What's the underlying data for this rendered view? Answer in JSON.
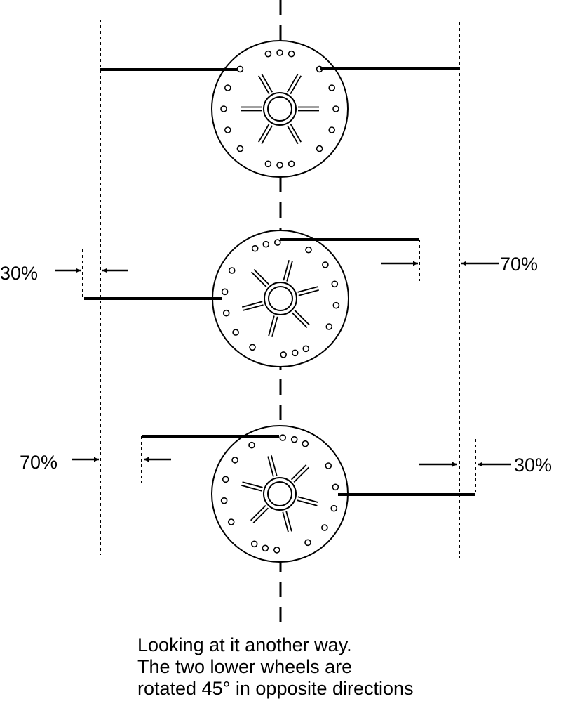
{
  "labels": {
    "middle_left": "30%",
    "middle_right": "70%",
    "bottom_left": "70%",
    "bottom_right": "30%"
  },
  "caption": {
    "line1": "Looking at it another way.",
    "line2": "The two lower wheels are",
    "line3": "rotated 45° in opposite directions"
  },
  "colors": {
    "ink": "#000000",
    "background": "#ffffff"
  }
}
